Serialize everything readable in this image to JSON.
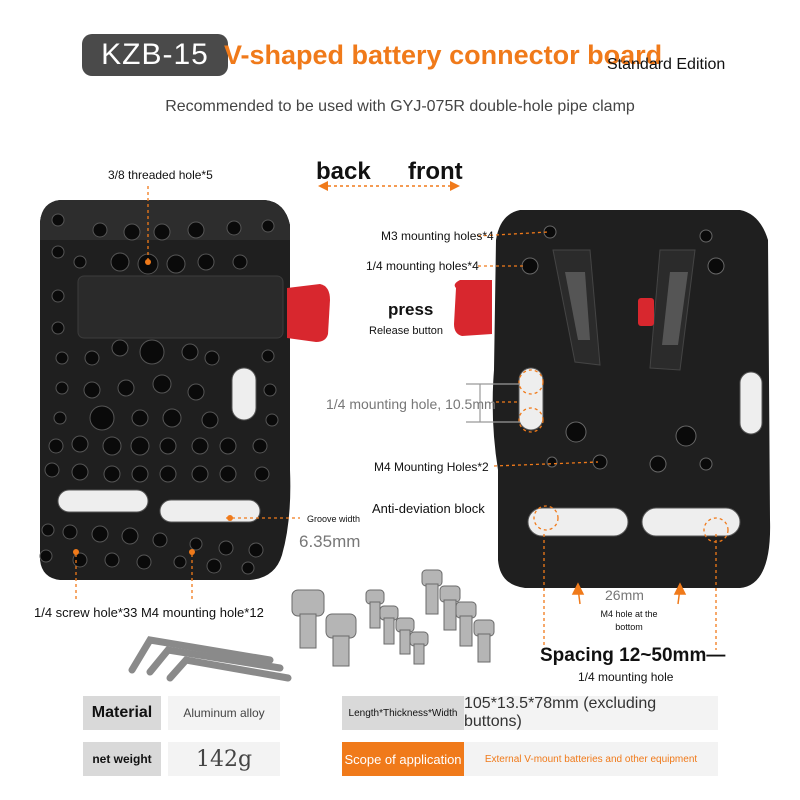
{
  "header": {
    "model": "KZB-15",
    "title": "V-shaped battery connector board",
    "edition": "Standard Edition",
    "subtitle": "Recommended to be used with GYJ-075R double-hole pipe clamp"
  },
  "direction": {
    "back": "back",
    "front": "front"
  },
  "callouts": {
    "threaded_hole": "3/8 threaded hole*5",
    "m3_holes": "M3 mounting holes*4",
    "quarter_holes": "1/4 mounting holes*4",
    "press": "press",
    "release_button": "Release button",
    "quarter_hole_size": "1/4 mounting hole, 10.5mm",
    "m4_holes": "M4 Mounting Holes*2",
    "anti_deviation": "Anti-deviation block",
    "groove_width_label": "Groove width",
    "groove_width_value": "6.35mm",
    "screw_holes": "1/4 screw hole*33 M4 mounting hole*12",
    "spacing_26": "26mm",
    "m4_bottom": "M4 hole at the bottom",
    "spacing_range": "Spacing 12~50mm—",
    "quarter_mount": "1/4 mounting hole"
  },
  "specs": {
    "material_label": "Material",
    "material_value": "Aluminum alloy",
    "dimension_label": "Length*Thickness*Width",
    "dimension_value": "105*13.5*78mm (excluding buttons)",
    "weight_label": "net weight",
    "weight_value": "142g",
    "scope_label": "Scope of application",
    "scope_value": "External V-mount batteries and other equipment"
  },
  "colors": {
    "accent": "#f07a1a",
    "plate": "#1f1f1f",
    "button_red": "#d8272e",
    "badge": "#4a4a4a"
  }
}
